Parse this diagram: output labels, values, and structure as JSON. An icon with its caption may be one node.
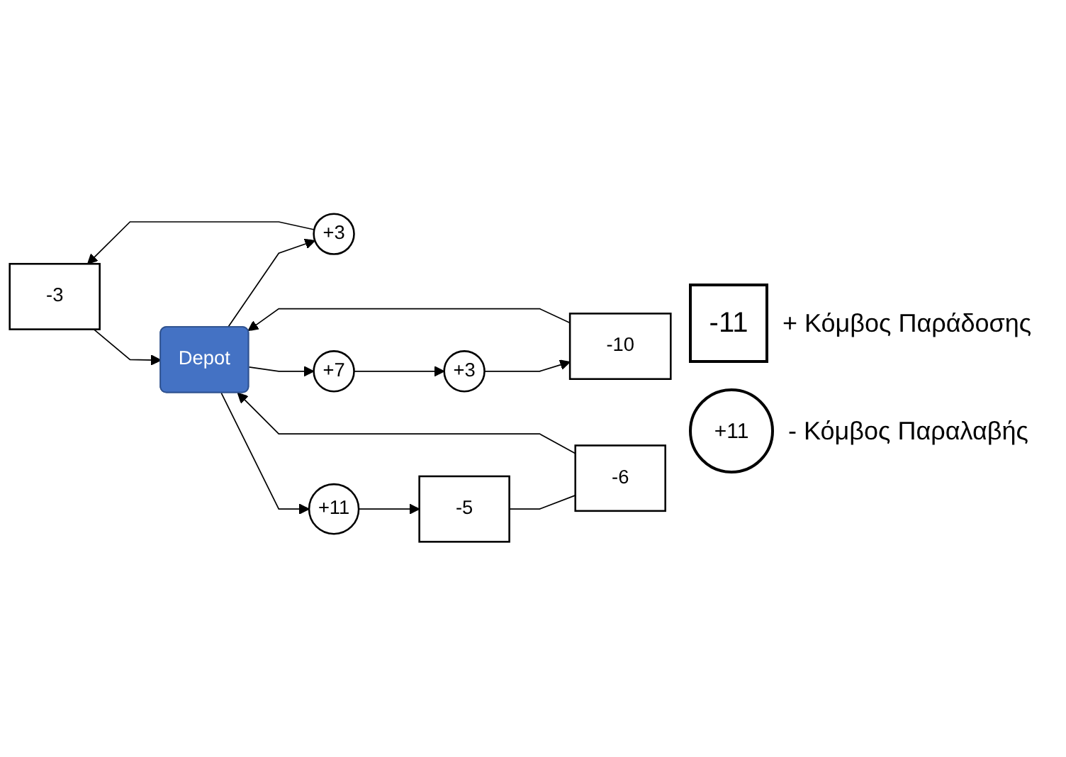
{
  "diagram": {
    "nodes": [
      {
        "text": [
          "-3"
        ]
      },
      {
        "text": [
          "+3"
        ]
      },
      {
        "text": [
          "Depot"
        ]
      },
      {
        "text": [
          "+7"
        ]
      },
      {
        "text": [
          "+3"
        ]
      },
      {
        "text": [
          "-10"
        ]
      },
      {
        "text": [
          "-6"
        ]
      },
      {
        "text": [
          "+11"
        ]
      },
      {
        "text": [
          "-5"
        ]
      }
    ],
    "edges": [
      {
        "from": 1,
        "to": 0,
        "arrow": "to"
      },
      {
        "from": 0,
        "to": 2,
        "arrow": "to"
      },
      {
        "from": 2,
        "to": 1,
        "arrow": "to"
      },
      {
        "from": 2,
        "to": 3,
        "arrow": "to"
      },
      {
        "from": 3,
        "to": 4,
        "arrow": "to"
      },
      {
        "from": 4,
        "to": 5,
        "arrow": "to"
      },
      {
        "from": 5,
        "to": 2,
        "arrow": "to"
      },
      {
        "from": 6,
        "to": 2,
        "arrow": "to"
      },
      {
        "from": 8,
        "to": 6,
        "arrow": "none"
      },
      {
        "from": 2,
        "to": 7,
        "arrow": "to"
      },
      {
        "from": 7,
        "to": 8,
        "arrow": "to"
      }
    ],
    "labels": [
      "-11",
      "+11"
    ],
    "legend": [
      {
        "text": "+ Κόμβος Παράδοσης"
      },
      {
        "text": "- Κόμβος Παραλαβής"
      }
    ]
  }
}
